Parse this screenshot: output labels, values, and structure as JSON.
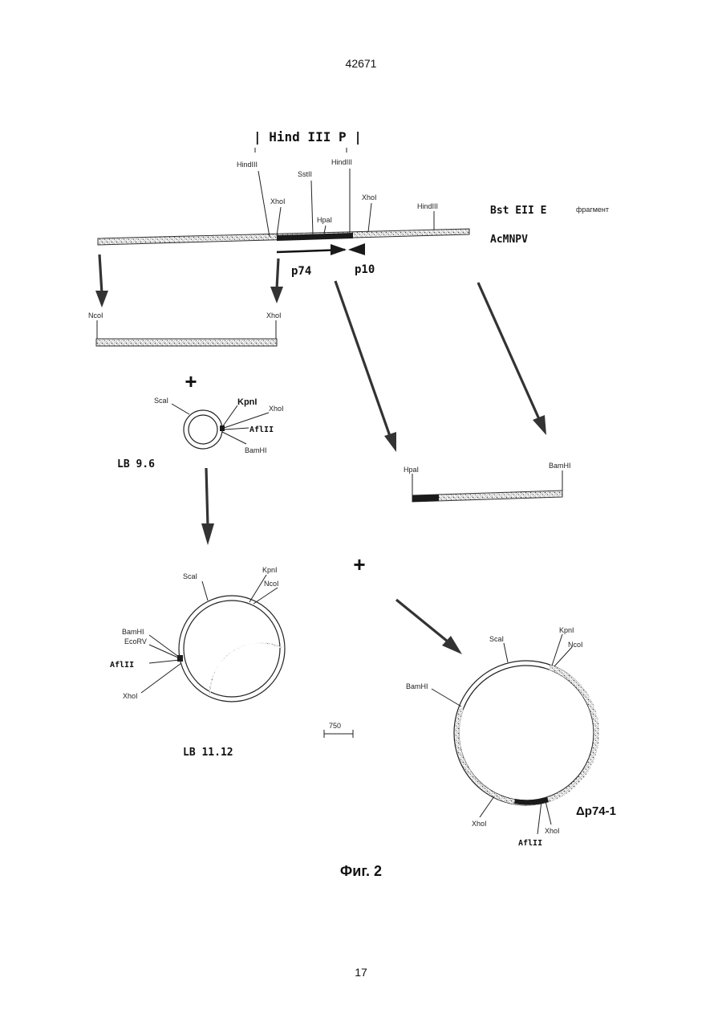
{
  "page": {
    "header_number": "42671",
    "page_number": "17",
    "figure_caption": "Фиг. 2"
  },
  "diagram": {
    "top_segment": {
      "bracket_label": "| Hind III P |",
      "sites": [
        "HindIII",
        "XhoI",
        "SstII",
        "HindIII",
        "HpaI",
        "XhoI",
        "HindIII"
      ],
      "fragment_label_bold": "Bst EII E",
      "fragment_label_text": "фрагмент",
      "virus_label": "AcMNPV",
      "promoters": [
        "p74",
        "p10"
      ]
    },
    "ncoi_xhoi_fragment": {
      "left_site": "NcoI",
      "right_site": "XhoI"
    },
    "plasmid_lb96": {
      "name": "LB 9.6",
      "sites": [
        "ScaI",
        "KpnI",
        "XhoI",
        "AflII",
        "BamHI"
      ]
    },
    "hpai_bamhi_fragment": {
      "left_site": "HpaI",
      "right_site": "BamHI"
    },
    "plasmid_lb1112": {
      "name": "LB 11.12",
      "sites": [
        "ScaI",
        "KpnI",
        "NcoI",
        "BamHI",
        "EcoRV",
        "AflII",
        "XhoI"
      ]
    },
    "scale_bar": {
      "label": "750"
    },
    "plasmid_dp74": {
      "name": "Δp74-1",
      "sites": [
        "ScaI",
        "KpnI",
        "NcoI",
        "BamHI",
        "XhoI",
        "XhoI",
        "AflII"
      ]
    },
    "plus_signs": [
      "+",
      "+"
    ]
  },
  "colors": {
    "ink": "#222222",
    "arrow": "#333333",
    "paper": "#ffffff"
  }
}
